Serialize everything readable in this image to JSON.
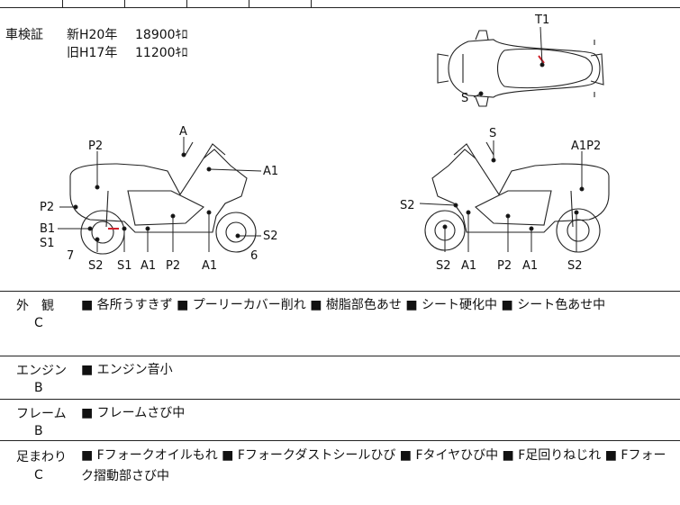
{
  "certificate": {
    "label": "車検証",
    "new_era": "新H20年",
    "new_price": "18900ｷﾛ",
    "old_era": "旧H17年",
    "old_price": "11200ｷﾛ"
  },
  "diagram_labels": {
    "top": {
      "t1": "T1",
      "s": "S"
    },
    "left": {
      "a": "A",
      "p2_top": "P2",
      "a1_right": "A1",
      "p2_left": "P2",
      "b1": "B1",
      "s1_left": "S1",
      "seven": "7",
      "s2_right": "S2",
      "six": "6",
      "bottom": [
        "S2",
        "S1",
        "A1",
        "P2",
        "A1"
      ]
    },
    "right": {
      "s": "S",
      "a1p2": "A1P2",
      "s2_left": "S2",
      "bottom": [
        "S2",
        "A1",
        "P2",
        "A1",
        "S2"
      ]
    }
  },
  "inspections": [
    {
      "category": "外　観",
      "grade": "C",
      "text": "■ 各所うすきず ■ プーリーカバー削れ ■ 樹脂部色あせ ■ シート硬化中 ■ シート色あせ中"
    },
    {
      "category": "エンジン",
      "grade": "B",
      "text": "■ エンジン音小"
    },
    {
      "category": "フレーム",
      "grade": "B",
      "text": "■ フレームさび中"
    },
    {
      "category": "足まわり",
      "grade": "C",
      "text": "■ Fフォークオイルもれ ■ Fフォークダストシールひび ■ Fタイヤひび中 ■ F足回りねじれ ■ Fフォーク摺動部さび中"
    }
  ]
}
